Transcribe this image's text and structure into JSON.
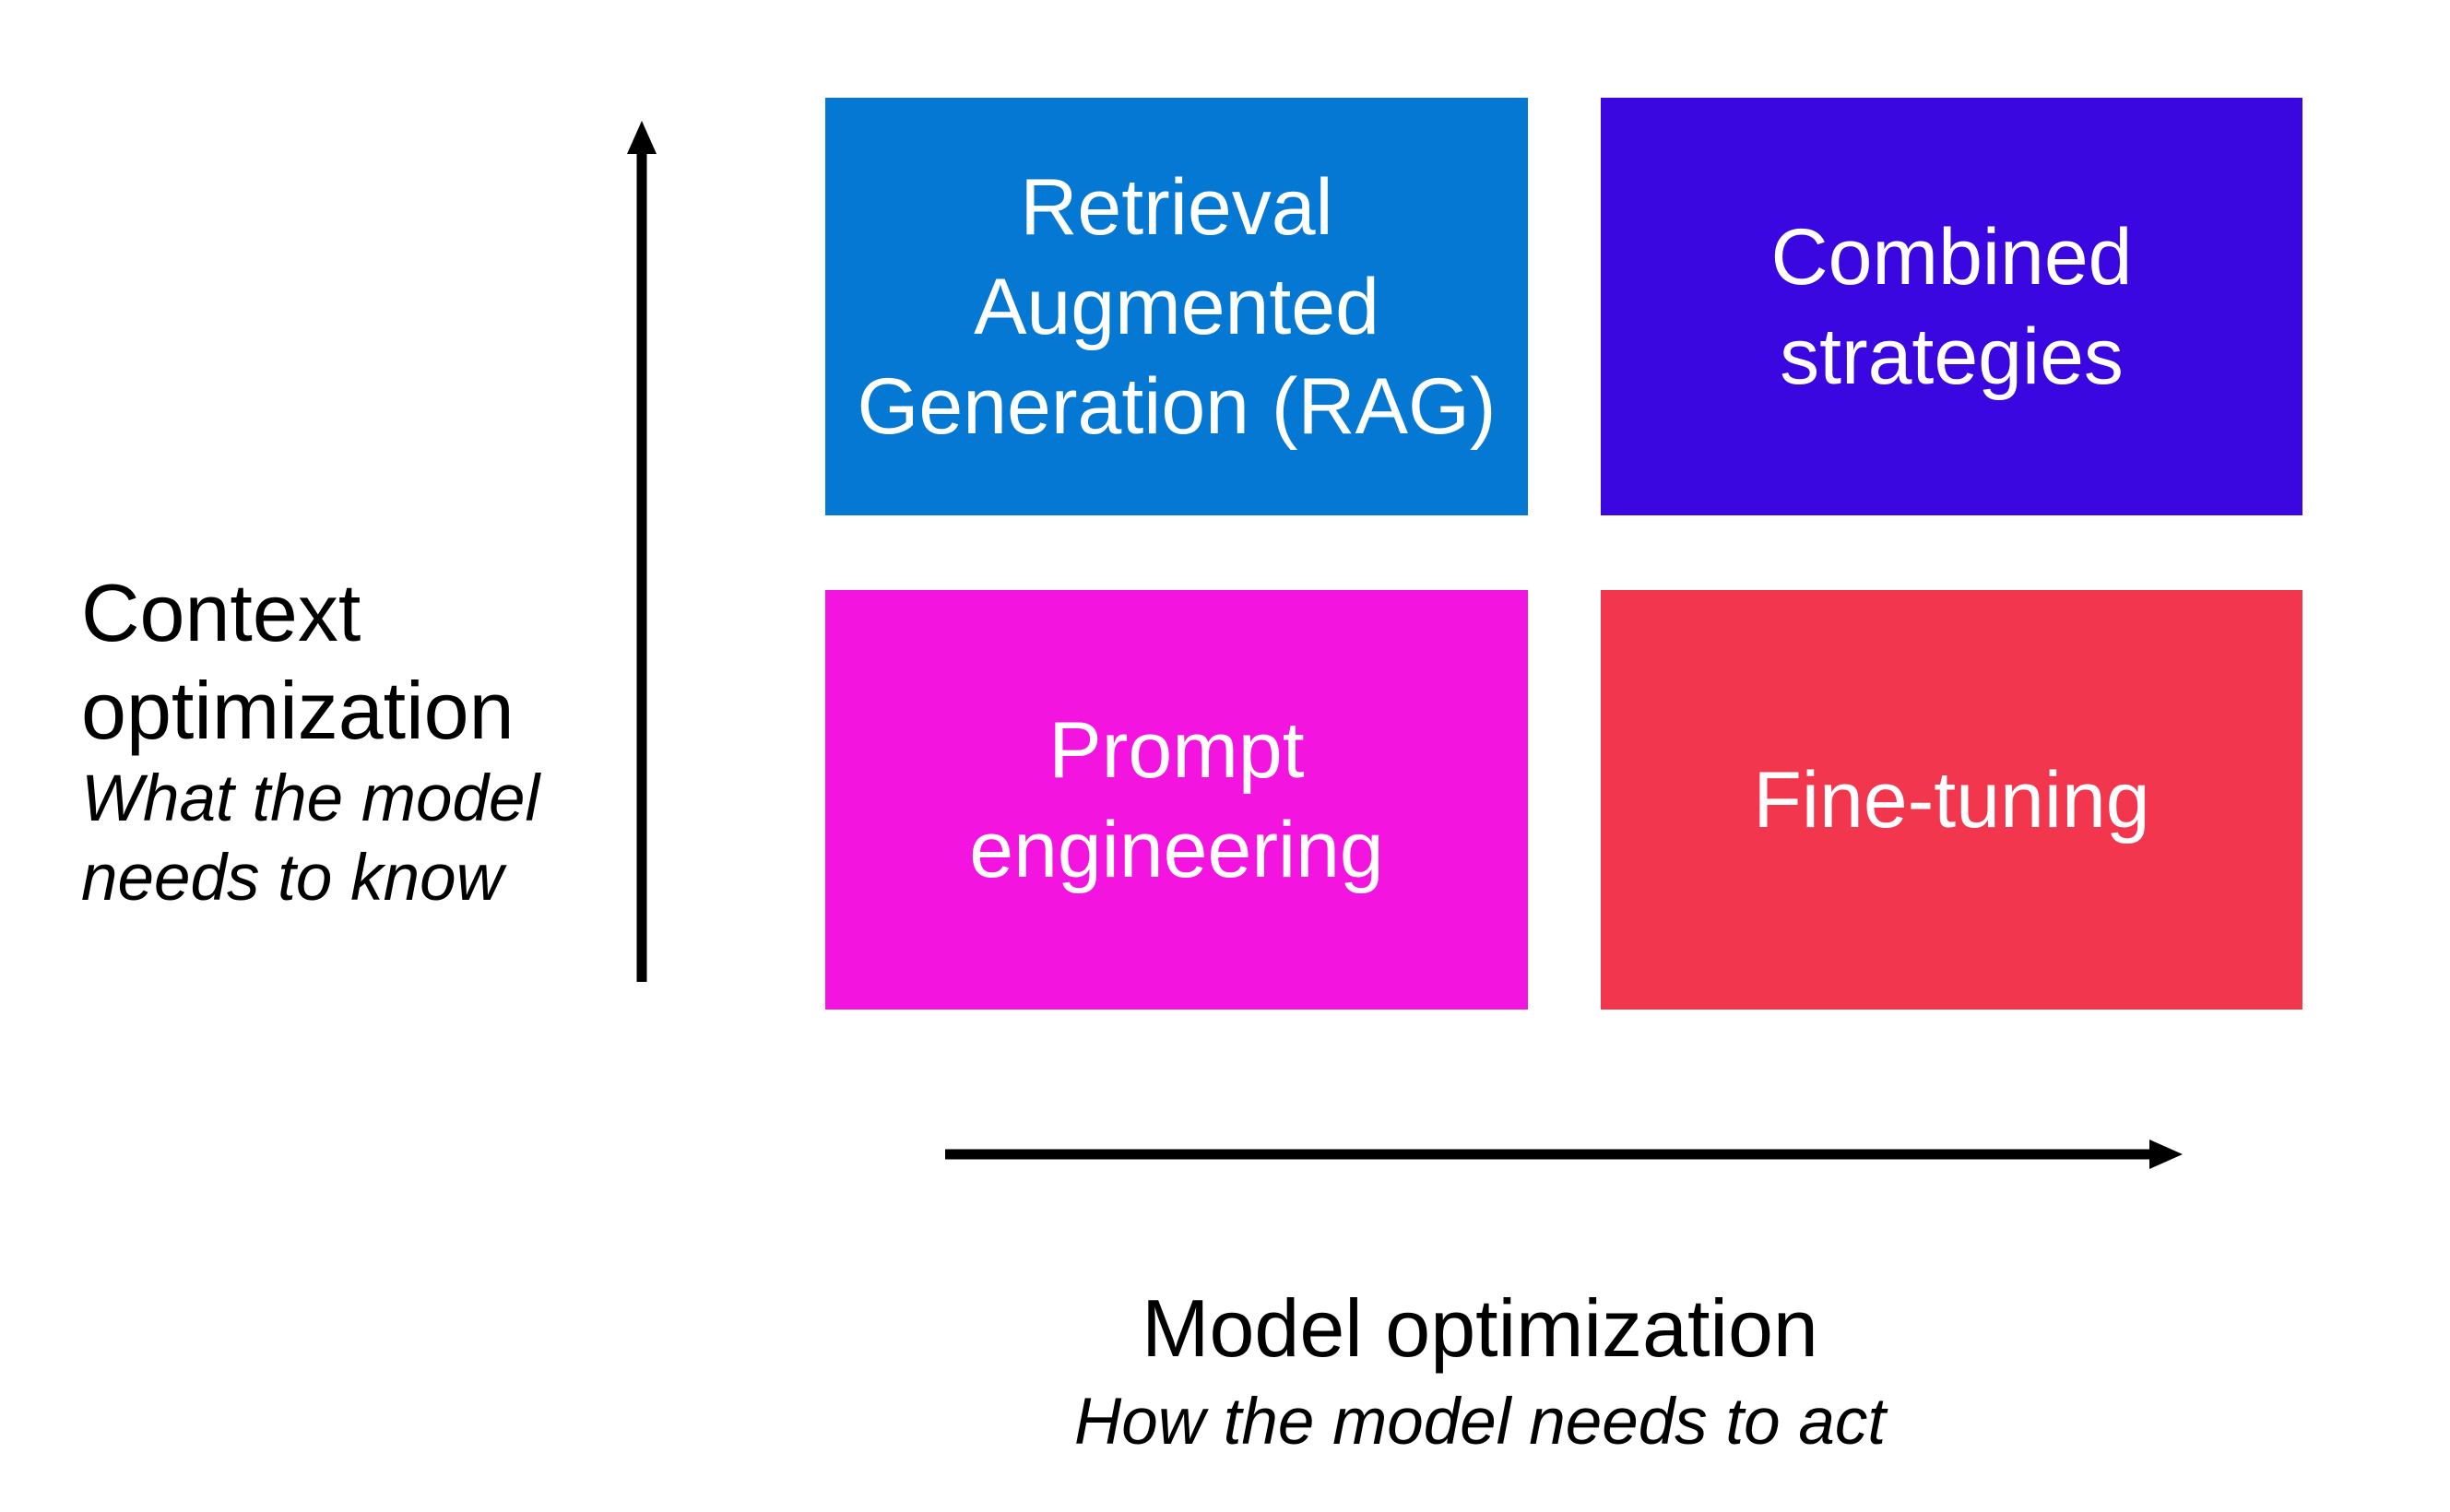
{
  "y_axis": {
    "title_lines": [
      "Context",
      "optimization"
    ],
    "subtitle_lines": [
      "What the model",
      "needs to know"
    ]
  },
  "x_axis": {
    "title": "Model optimization",
    "subtitle": "How the model needs to act"
  },
  "quadrants": [
    {
      "id": "retrieval-augmented-generation",
      "color": "#0478D2",
      "label_lines": [
        "Retrieval",
        "Augmented",
        "Generation (RAG)"
      ]
    },
    {
      "id": "combined-strategies",
      "color": "#3A07E0",
      "label_lines": [
        "Combined",
        "strategies"
      ]
    },
    {
      "id": "prompt-engineering",
      "color": "#F315DF",
      "label_lines": [
        "Prompt",
        "engineering"
      ]
    },
    {
      "id": "fine-tuning",
      "color": "#F2364D",
      "label_lines": [
        "Fine-tuning"
      ]
    }
  ],
  "arrow_color": "#000000",
  "box_text_color": "#FFFFFF",
  "label_text_color": "#000000"
}
